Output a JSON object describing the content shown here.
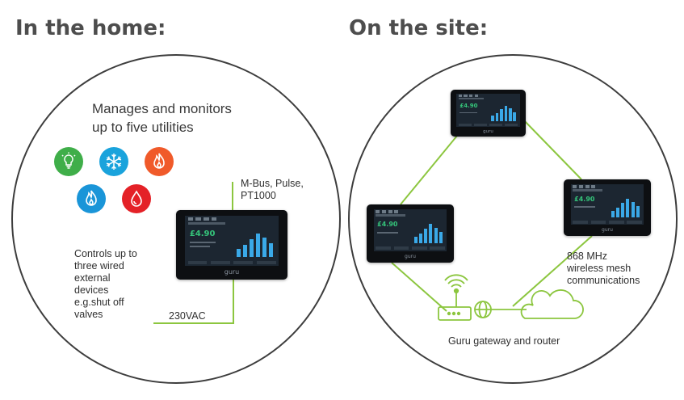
{
  "headings": {
    "home": "In the home:",
    "site": "On the site:"
  },
  "home": {
    "manages": [
      "Manages and monitors",
      "up to five utilities"
    ],
    "protocols": [
      "M-Bus, Pulse,",
      "PT1000"
    ],
    "controls": [
      "Controls up to",
      "three wired",
      "external",
      "devices",
      "e.g.shut off",
      "valves"
    ],
    "power": "230VAC",
    "utilities": [
      {
        "name": "electricity",
        "color": "#3fae49"
      },
      {
        "name": "cooling",
        "color": "#1aa3dc"
      },
      {
        "name": "gas-heat",
        "color": "#f05a2a"
      },
      {
        "name": "gas",
        "color": "#1a95d8"
      },
      {
        "name": "water-heat",
        "color": "#e42127"
      }
    ]
  },
  "site": {
    "wireless": [
      "868 MHz",
      "wireless mesh",
      "communications"
    ],
    "gateway_label": "Guru gateway and router"
  },
  "device": {
    "price": "£4.90",
    "brand": "guru"
  },
  "colors": {
    "link": "#8cc63f",
    "heading": "#4d4d4d",
    "circle": "#3d3d3d"
  }
}
